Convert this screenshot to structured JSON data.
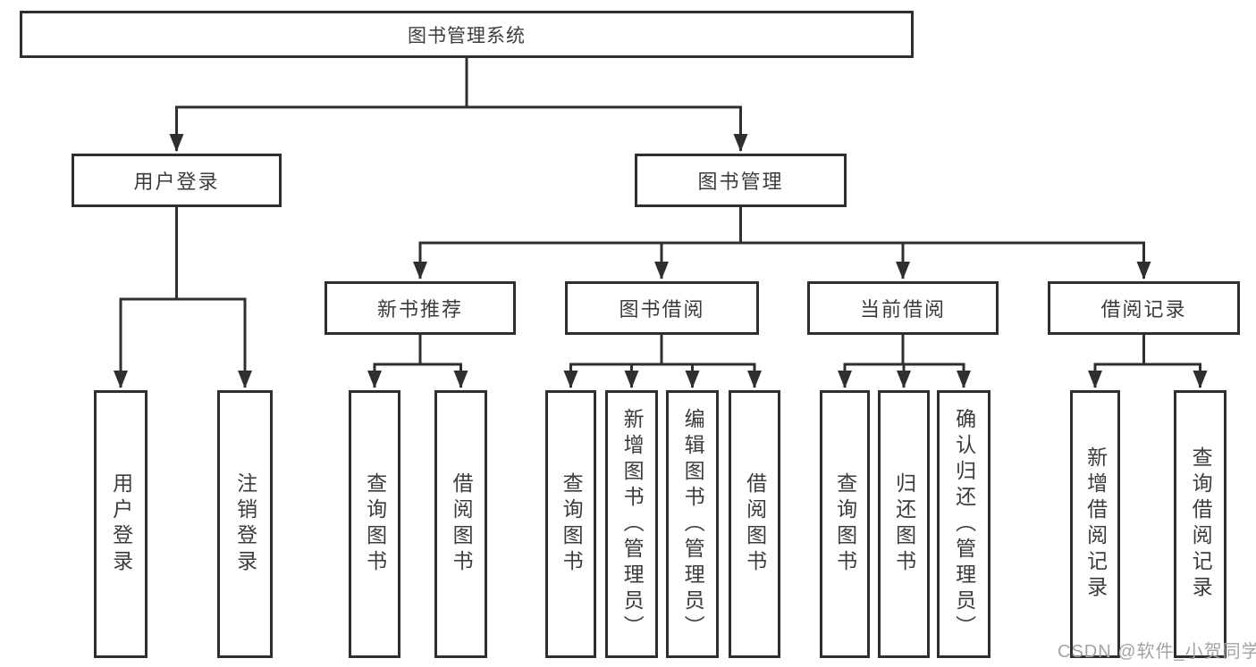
{
  "tree": {
    "root": {
      "label": "图书管理系统"
    },
    "branches": [
      {
        "label": "用户登录",
        "children": [
          {
            "label": "用户登录"
          },
          {
            "label": "注销登录"
          }
        ]
      },
      {
        "label": "图书管理",
        "children": [
          {
            "label": "新书推荐",
            "children": [
              {
                "label": "查询图书"
              },
              {
                "label": "借阅图书"
              }
            ]
          },
          {
            "label": "图书借阅",
            "children": [
              {
                "label": "查询图书"
              },
              {
                "label": "新增图书（管理员）"
              },
              {
                "label": "编辑图书（管理员）"
              },
              {
                "label": "借阅图书"
              }
            ]
          },
          {
            "label": "当前借阅",
            "children": [
              {
                "label": "查询图书"
              },
              {
                "label": "归还图书"
              },
              {
                "label": "确认归还（管理员）"
              }
            ]
          },
          {
            "label": "借阅记录",
            "children": [
              {
                "label": "新增借阅记录"
              },
              {
                "label": "查询借阅记录"
              }
            ]
          }
        ]
      }
    ]
  },
  "watermark": {
    "text": "CSDN @软件_小贺同学"
  },
  "colors": {
    "line": "#2f2f2f",
    "text": "#3c3c3c",
    "watermark": "#a3a3a3",
    "background": "#ffffff"
  }
}
